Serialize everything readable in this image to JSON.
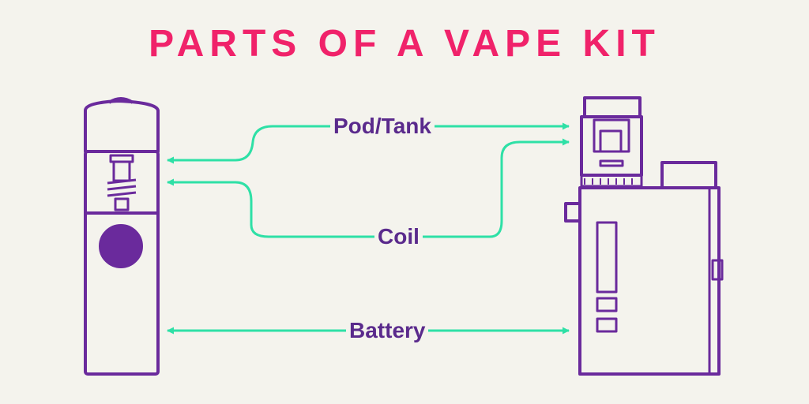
{
  "title": "PARTS OF A VAPE KIT",
  "labels": {
    "pod_tank": "Pod/Tank",
    "coil": "Coil",
    "battery": "Battery"
  },
  "colors": {
    "title": "#f0226a",
    "outline": "#6a2a9c",
    "label_text": "#5a2a8c",
    "arrow": "#2ee0a6",
    "background": "#f4f3ed"
  },
  "icons": [
    "pod-vape-device-icon",
    "box-mod-device-icon"
  ]
}
